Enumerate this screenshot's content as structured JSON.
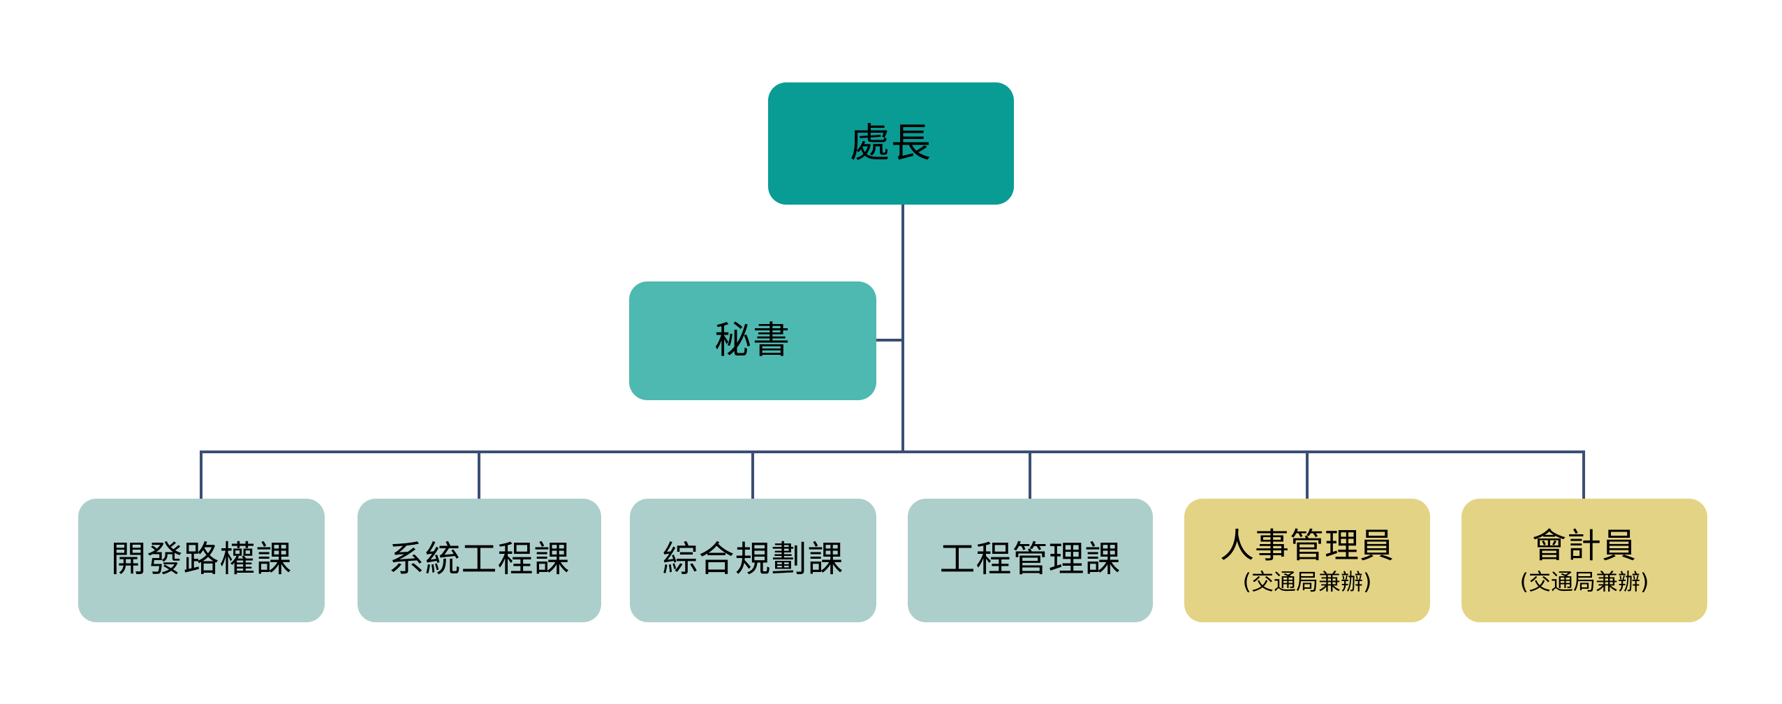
{
  "chart_data": {
    "type": "diagram",
    "diagram_type": "organization-chart",
    "title": "",
    "orientation": "top-down",
    "background_color": "#FFFFFF",
    "connector_color": "#3B4E74",
    "levels": 3,
    "palette": {
      "director": "#099C95",
      "secretary": "#4EB9B0",
      "division": "#ADCFCC",
      "staff": "#E3D384",
      "text": "#000000"
    },
    "nodes": [
      {
        "id": "director",
        "label": "處長",
        "subtitle": "",
        "level": 1,
        "color": "#099C95"
      },
      {
        "id": "secretary",
        "label": "秘書",
        "subtitle": "",
        "level": 2,
        "color": "#4EB9B0"
      },
      {
        "id": "unit-0",
        "label": "開發路權課",
        "subtitle": "",
        "level": 3,
        "color": "#ADCFCC"
      },
      {
        "id": "unit-1",
        "label": "系統工程課",
        "subtitle": "",
        "level": 3,
        "color": "#ADCFCC"
      },
      {
        "id": "unit-2",
        "label": "綜合規劃課",
        "subtitle": "",
        "level": 3,
        "color": "#ADCFCC"
      },
      {
        "id": "unit-3",
        "label": "工程管理課",
        "subtitle": "",
        "level": 3,
        "color": "#ADCFCC"
      },
      {
        "id": "unit-4",
        "label": "人事管理員",
        "subtitle": "(交通局兼辦)",
        "level": 3,
        "color": "#E3D384"
      },
      {
        "id": "unit-5",
        "label": "會計員",
        "subtitle": "(交通局兼辦)",
        "level": 3,
        "color": "#E3D384"
      }
    ],
    "edges": [
      {
        "from": "director",
        "to": "secretary"
      },
      {
        "from": "director",
        "to": "unit-0"
      },
      {
        "from": "director",
        "to": "unit-1"
      },
      {
        "from": "director",
        "to": "unit-2"
      },
      {
        "from": "director",
        "to": "unit-3"
      },
      {
        "from": "director",
        "to": "unit-4"
      },
      {
        "from": "director",
        "to": "unit-5"
      }
    ]
  },
  "director": {
    "title": "處長"
  },
  "secretary": {
    "title": "秘書"
  },
  "units": [
    {
      "title": "開發路權課",
      "subtitle": ""
    },
    {
      "title": "系統工程課",
      "subtitle": ""
    },
    {
      "title": "綜合規劃課",
      "subtitle": ""
    },
    {
      "title": "工程管理課",
      "subtitle": ""
    },
    {
      "title": "人事管理員",
      "subtitle": "(交通局兼辦)"
    },
    {
      "title": "會計員",
      "subtitle": "(交通局兼辦)"
    }
  ]
}
